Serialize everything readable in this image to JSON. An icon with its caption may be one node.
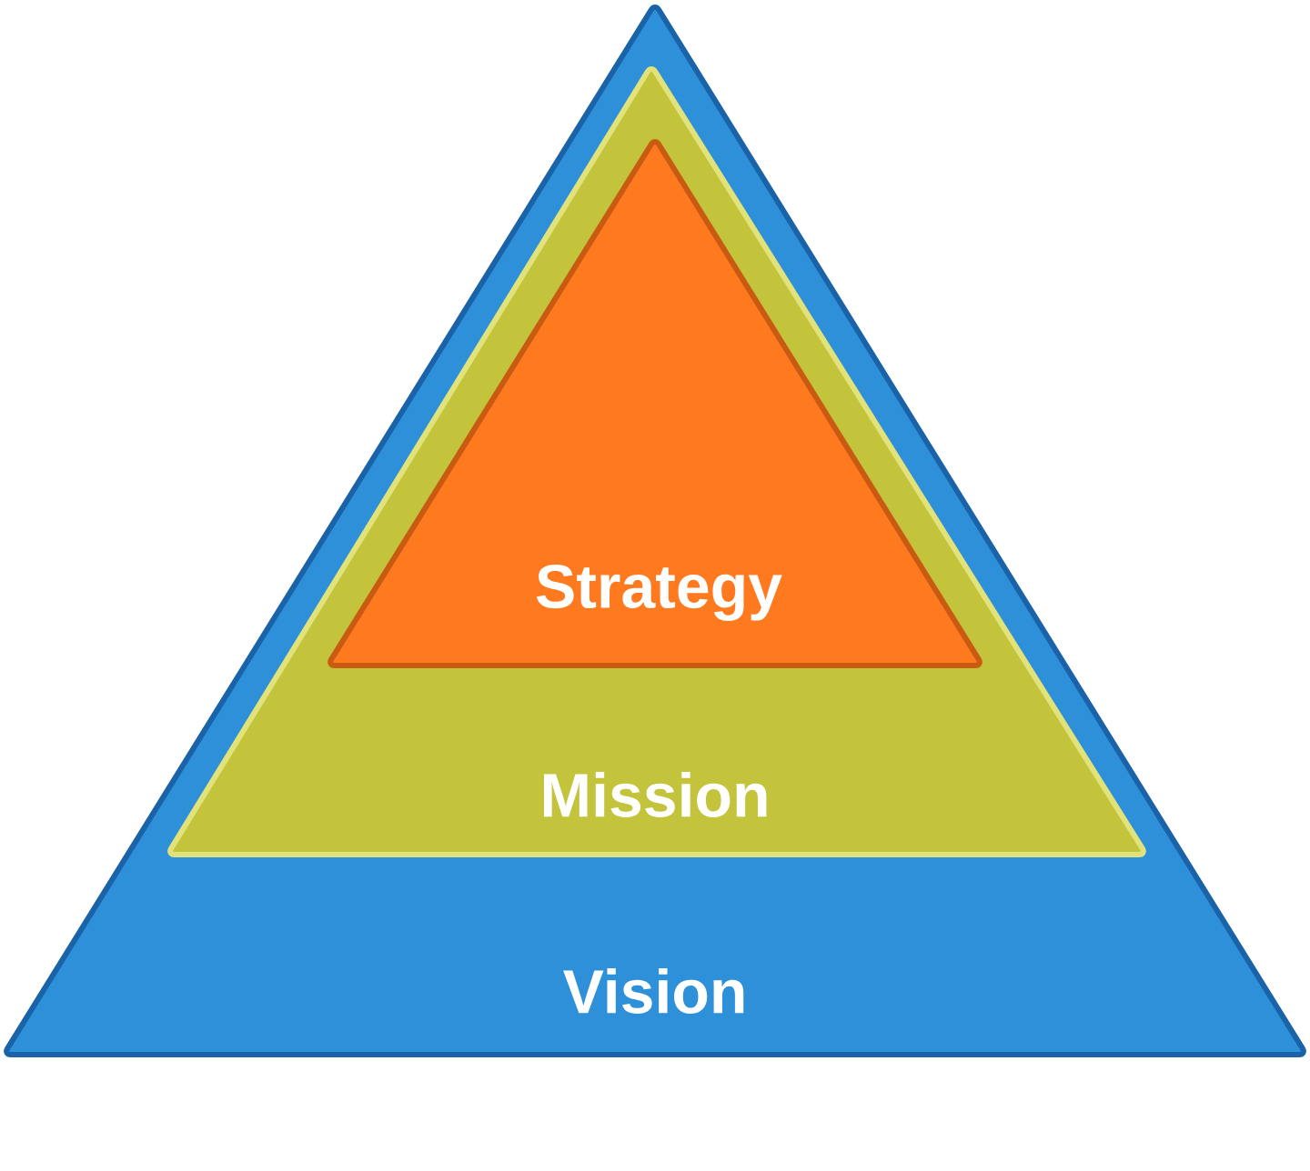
{
  "diagram": {
    "nodes": [
      {
        "text": [
          "Vision"
        ]
      },
      {
        "text": [
          "Mission"
        ],
        "in": 0
      },
      {
        "text": [
          "Strategy"
        ],
        "in": 1
      }
    ]
  }
}
